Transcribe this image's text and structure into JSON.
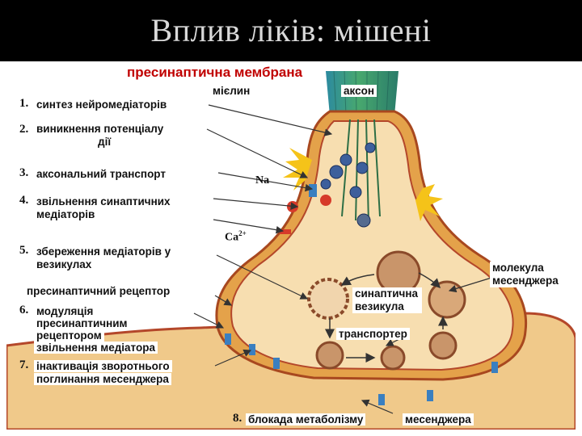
{
  "title": "Вплив ліків: мішені",
  "header_label": "пресинаптична мембрана",
  "structure_labels": {
    "myelin": "мієлин",
    "axon": "аксон",
    "sodium": "Na",
    "calcium": "Ca",
    "calcium_charge": "2+",
    "presynaptic_receptor": "пресинаптичний рецептор",
    "messenger_molecule": "молекула месенджера",
    "synaptic_vesicle": "синаптична везикула",
    "transporter": "транспортер"
  },
  "targets": [
    {
      "num": "1.",
      "lines": [
        "синтез нейромедіаторів"
      ]
    },
    {
      "num": "2.",
      "lines": [
        "виникнення потенціалу",
        "дії"
      ]
    },
    {
      "num": "3.",
      "lines": [
        "аксональний транспорт"
      ]
    },
    {
      "num": "4.",
      "lines": [
        "звільнення синаптичних",
        "медіаторів"
      ]
    },
    {
      "num": "5.",
      "lines": [
        "збереження медіаторів у",
        "везикулах"
      ]
    },
    {
      "num": "6.",
      "lines": [
        "модуляція",
        "пресинаптичним",
        "рецептором",
        "звільнення медіатора"
      ]
    },
    {
      "num": "7.",
      "lines": [
        "інактивація зворотнього",
        "поглинання месенджера"
      ]
    },
    {
      "num": "8.",
      "lines": [
        "блокада метаболізму",
        "месенджера"
      ]
    }
  ],
  "colors": {
    "terminal_fill": "#f7deb0",
    "membrane_outer": "#e4a24a",
    "membrane_inner": "#b4472a",
    "axon_green": "#3f9a6c",
    "axon_teal": "#2e7f8f",
    "vesicle": "#c9956a",
    "arrow": "#333333"
  }
}
